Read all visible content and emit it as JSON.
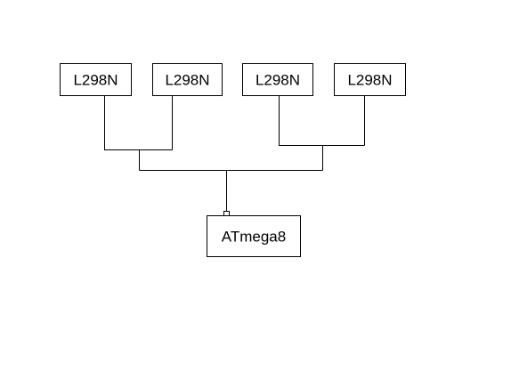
{
  "diagram": {
    "nodes": {
      "driver_1": {
        "label": "L298N"
      },
      "driver_2": {
        "label": "L298N"
      },
      "driver_3": {
        "label": "L298N"
      },
      "driver_4": {
        "label": "L298N"
      },
      "controller": {
        "label": "ATmega8"
      }
    },
    "connections": [
      {
        "from": "driver_1",
        "to": "controller"
      },
      {
        "from": "driver_2",
        "to": "controller"
      },
      {
        "from": "driver_3",
        "to": "controller"
      },
      {
        "from": "driver_4",
        "to": "controller"
      }
    ],
    "colors": {
      "background": "#ffffff",
      "stroke": "#000000"
    }
  }
}
